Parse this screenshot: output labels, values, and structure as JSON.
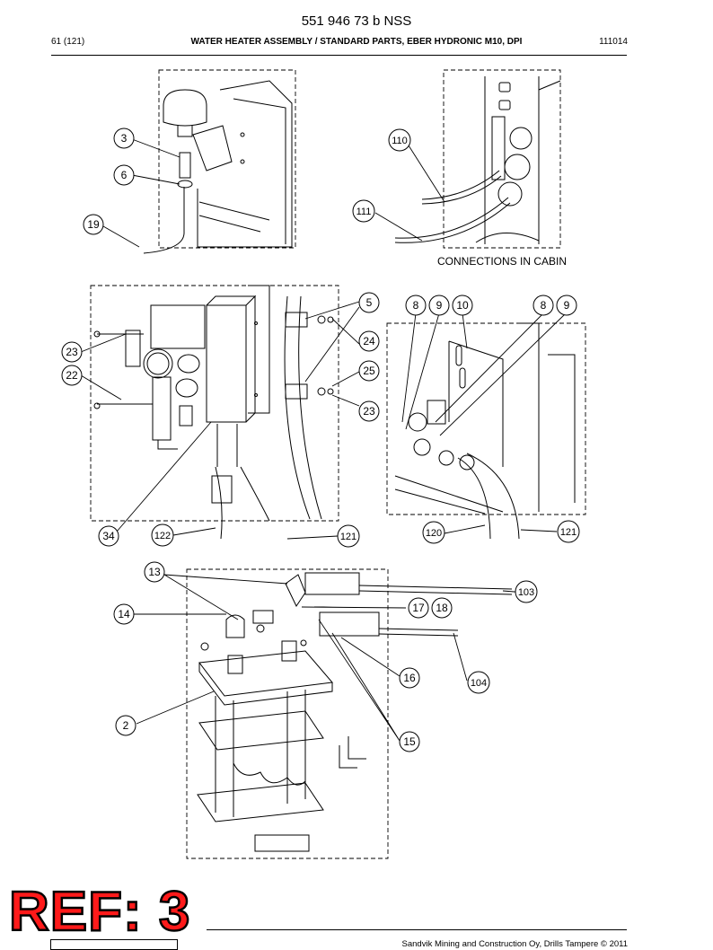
{
  "header": {
    "doc_number": "551 946 73 b NSS",
    "page": "61 (121)",
    "title": "WATER HEATER ASSEMBLY / STANDARD PARTS, EBER HYDRONIC M10, DPI",
    "date_code": "111014"
  },
  "diagram": {
    "cabin_caption": "CONNECTIONS IN CABIN",
    "callouts": [
      "3",
      "6",
      "19",
      "110",
      "111",
      "5",
      "8",
      "9",
      "10",
      "8",
      "9",
      "23",
      "24",
      "22",
      "25",
      "23",
      "34",
      "122",
      "121",
      "120",
      "121",
      "13",
      "103",
      "14",
      "17",
      "18",
      "16",
      "104",
      "2",
      "15"
    ]
  },
  "stamp": {
    "text": "REF: 3"
  },
  "footer": {
    "copyright": "Sandvik Mining and Construction Oy, Drills Tampere © 2011"
  },
  "colors": {
    "stamp_fill": "#ff1a1a",
    "ink": "#000000"
  }
}
